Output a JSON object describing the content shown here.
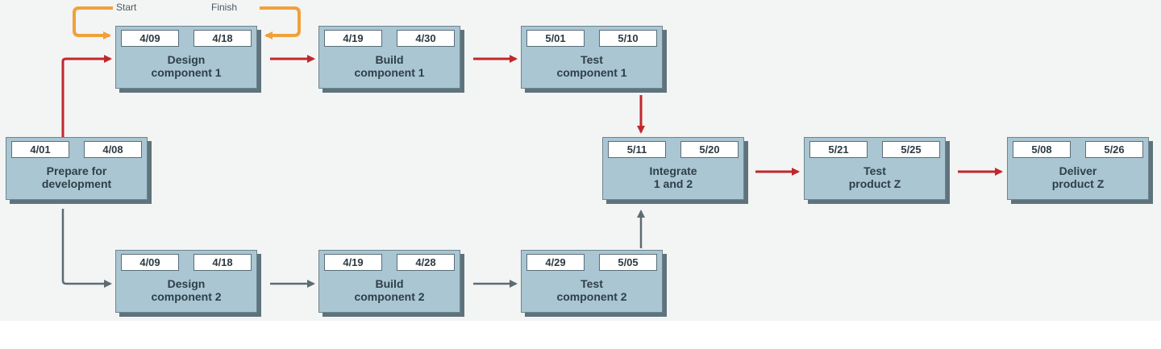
{
  "legend": {
    "start_label": "Start",
    "finish_label": "Finish"
  },
  "tasks": [
    {
      "id": "prep",
      "start": "4/01",
      "finish": "4/08",
      "title": "Prepare for\ndevelopment"
    },
    {
      "id": "d1",
      "start": "4/09",
      "finish": "4/18",
      "title": "Design\ncomponent 1"
    },
    {
      "id": "b1",
      "start": "4/19",
      "finish": "4/30",
      "title": "Build\ncomponent 1"
    },
    {
      "id": "t1",
      "start": "5/01",
      "finish": "5/10",
      "title": "Test\ncomponent 1"
    },
    {
      "id": "d2",
      "start": "4/09",
      "finish": "4/18",
      "title": "Design\ncomponent 2"
    },
    {
      "id": "b2",
      "start": "4/19",
      "finish": "4/28",
      "title": "Build\ncomponent 2"
    },
    {
      "id": "t2",
      "start": "4/29",
      "finish": "5/05",
      "title": "Test\ncomponent 2"
    },
    {
      "id": "int",
      "start": "5/11",
      "finish": "5/20",
      "title": "Integrate\n1 and 2"
    },
    {
      "id": "test",
      "start": "5/21",
      "finish": "5/25",
      "title": "Test\nproduct Z"
    },
    {
      "id": "deliv",
      "start": "5/08",
      "finish": "5/26",
      "title": "Deliver\nproduct Z"
    }
  ],
  "links": [
    {
      "from": "prep",
      "to": "d1",
      "critical": true
    },
    {
      "from": "d1",
      "to": "b1",
      "critical": true
    },
    {
      "from": "b1",
      "to": "t1",
      "critical": true
    },
    {
      "from": "t1",
      "to": "int",
      "critical": true
    },
    {
      "from": "int",
      "to": "test",
      "critical": true
    },
    {
      "from": "test",
      "to": "deliv",
      "critical": true
    },
    {
      "from": "prep",
      "to": "d2",
      "critical": false
    },
    {
      "from": "d2",
      "to": "b2",
      "critical": false
    },
    {
      "from": "b2",
      "to": "t2",
      "critical": false
    },
    {
      "from": "t2",
      "to": "int",
      "critical": false
    }
  ],
  "colors": {
    "critical": "#c0282b",
    "normal": "#5c6c74",
    "legend": "#f0a13a"
  }
}
